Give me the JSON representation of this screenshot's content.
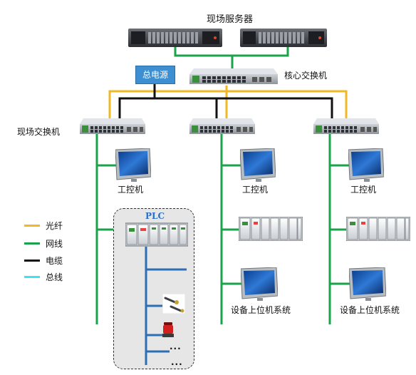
{
  "diagram": {
    "server_group_label": "现场服务器",
    "power_supply_label": "总电源",
    "core_switch_label": "核心交换机",
    "field_switch_label": "现场交换机",
    "ipc_label": "工控机",
    "plc_label": "PLC",
    "host_system_label": "设备上位机系统",
    "ellipsis": "..."
  },
  "legend": [
    {
      "label": "光纤",
      "color": "#f2b824"
    },
    {
      "label": "网线",
      "color": "#1aa34a"
    },
    {
      "label": "电缆",
      "color": "#111111"
    },
    {
      "label": "总线",
      "color": "#37e6f0"
    }
  ],
  "colors": {
    "fiber": "#f2b824",
    "ethernet": "#1aa34a",
    "cable": "#111111",
    "bus": "#2c6fb5",
    "power_supply": "#3d8fd1"
  }
}
